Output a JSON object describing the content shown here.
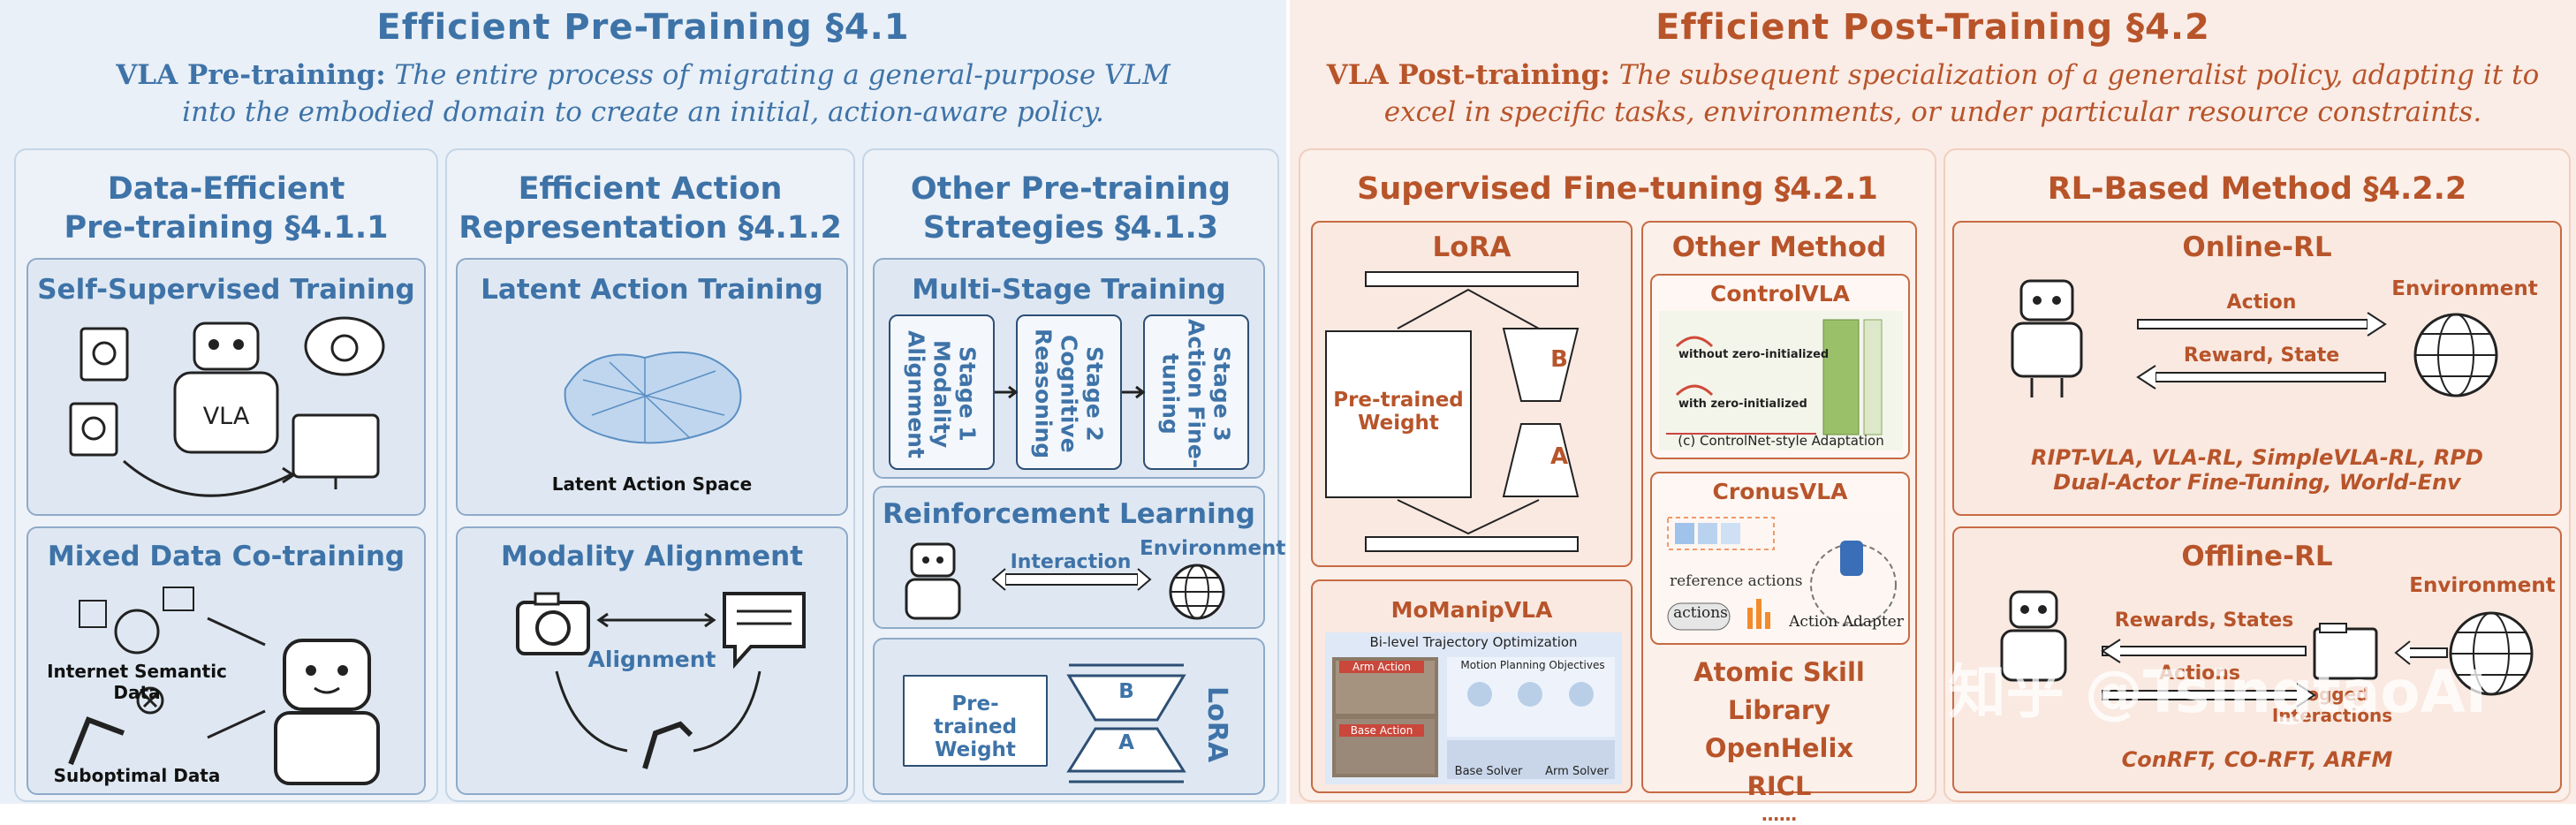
{
  "left": {
    "title": "Efficient Pre-Training §4.1",
    "desc_label": "VLA Pre-training:",
    "desc_line1": "The entire process of migrating a general-purpose VLM",
    "desc_line2": "into the embodied domain to create an initial, action-aware policy.",
    "col1": {
      "title_line1": "Data-Efficient",
      "title_line2": "Pre-training §4.1.1",
      "box1": {
        "title": "Self-Supervised Training",
        "robot_label": "VLA"
      },
      "box2": {
        "title": "Mixed Data Co-training",
        "label1": "Internet Semantic Data",
        "label2": "Suboptimal Data"
      }
    },
    "col2": {
      "title_line1": "Efficient Action",
      "title_line2": "Representation §4.1.2",
      "box1": {
        "title": "Latent Action Training",
        "caption": "Latent Action Space"
      },
      "box2": {
        "title": "Modality Alignment",
        "caption": "Alignment"
      }
    },
    "col3": {
      "title_line1": "Other Pre-training",
      "title_line2": "Strategies §4.1.3",
      "box1": {
        "title": "Multi-Stage Training",
        "stages": [
          "Stage 1 Modality Alignment",
          "Stage 2 Cognitive Reasoning",
          "Stage 3 Action Fine-tuning"
        ]
      },
      "box2": {
        "title": "Reinforcement Learning",
        "env": "Environment",
        "interaction": "Interaction"
      },
      "box3": {
        "title": "LoRA",
        "weight": "Pre-trained Weight",
        "b": "B",
        "a": "A"
      }
    }
  },
  "right": {
    "title": "Efficient Post-Training §4.2",
    "desc_label": "VLA Post-training:",
    "desc_line1": "The subsequent specialization of a generalist policy, adapting it to",
    "desc_line2": "excel in specific tasks, environments, or under particular resource constraints.",
    "sft": {
      "title": "Supervised Fine-tuning §4.2.1",
      "lora": {
        "title": "LoRA",
        "weight_line1": "Pre-trained",
        "weight_line2": "Weight",
        "b": "B",
        "a": "A"
      },
      "other": {
        "title": "Other Method",
        "controlvla": {
          "title": "ControlVLA",
          "l1": "without zero-initialized",
          "l2": "with zero-initialized",
          "caption": "(c) ControlNet-style Adaptation"
        },
        "cronusvla": {
          "title": "CronusVLA",
          "l1": "reference actions",
          "l2": "actions",
          "l3": "Action Adapter"
        },
        "methods": [
          "Atomic Skill Library",
          "OpenHelix",
          "RICL",
          "……"
        ]
      },
      "momanip": {
        "title": "MoManipVLA",
        "heading": "Bi-level Trajectory Optimization",
        "arm": "Arm Action",
        "base": "Base Action",
        "obj": "Motion Planning Objectives",
        "base_solver": "Base Solver",
        "arm_solver": "Arm Solver"
      }
    },
    "rl": {
      "title": "RL-Based Method §4.2.2",
      "online": {
        "title": "Online-RL",
        "env": "Environment",
        "action": "Action",
        "reward": "Reward, State",
        "methods_line1": "RIPT-VLA, VLA-RL, SimpleVLA-RL, RPD",
        "methods_line2": "Dual-Actor Fine-Tuning, World-Env"
      },
      "offline": {
        "title": "Offline-RL",
        "env": "Environment",
        "rewards": "Rewards, States",
        "actions": "Actions",
        "logs": "Logged Interactions",
        "methods": "ConRFT, CO-RFT, ARFM"
      }
    },
    "watermark": "知乎 @TsingtaoAI"
  },
  "colors": {
    "blue": "#3e73a8",
    "orange": "#b8542a",
    "left_bg": "#e9f0f7",
    "right_bg": "#faece6"
  }
}
